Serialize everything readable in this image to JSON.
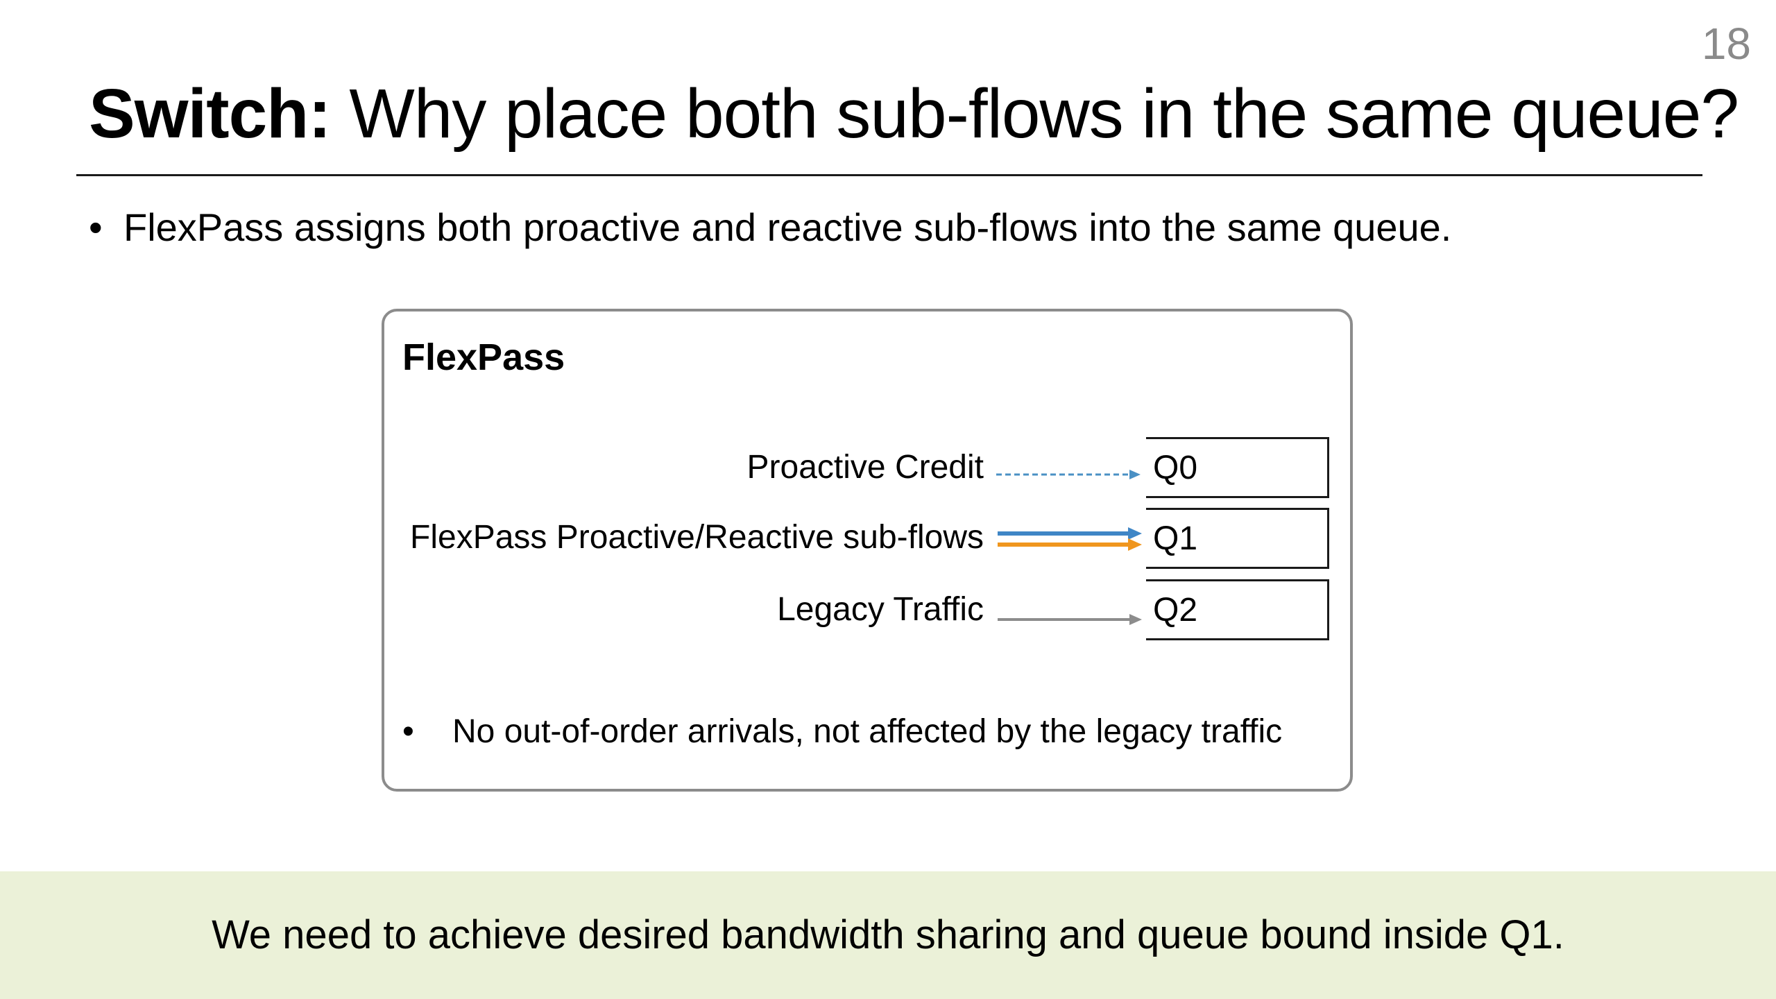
{
  "slide": {
    "number": "18",
    "title_bold": "Switch:",
    "title_rest": " Why place both sub-flows in the same queue?",
    "bullet_marker": "•",
    "bullet": "FlexPass assigns both proactive and reactive sub-flows into the same queue."
  },
  "diagram": {
    "panel_title": "FlexPass",
    "rows": [
      {
        "label": "Proactive Credit",
        "queue": "Q0",
        "arrow_style": "dashed",
        "colors": [
          "#4a90c4"
        ]
      },
      {
        "label": "FlexPass Proactive/Reactive sub-flows",
        "queue": "Q1",
        "arrow_style": "double",
        "colors": [
          "#3f86c6",
          "#f0961e"
        ]
      },
      {
        "label": "Legacy Traffic",
        "queue": "Q2",
        "arrow_style": "solid",
        "colors": [
          "#8c8c8c"
        ]
      }
    ],
    "note_marker": "•",
    "note": "No out-of-order arrivals, not affected by the legacy traffic"
  },
  "footer": {
    "text": "We need to achieve desired bandwidth sharing and queue bound inside Q1.",
    "background": "#ebf1d8"
  }
}
